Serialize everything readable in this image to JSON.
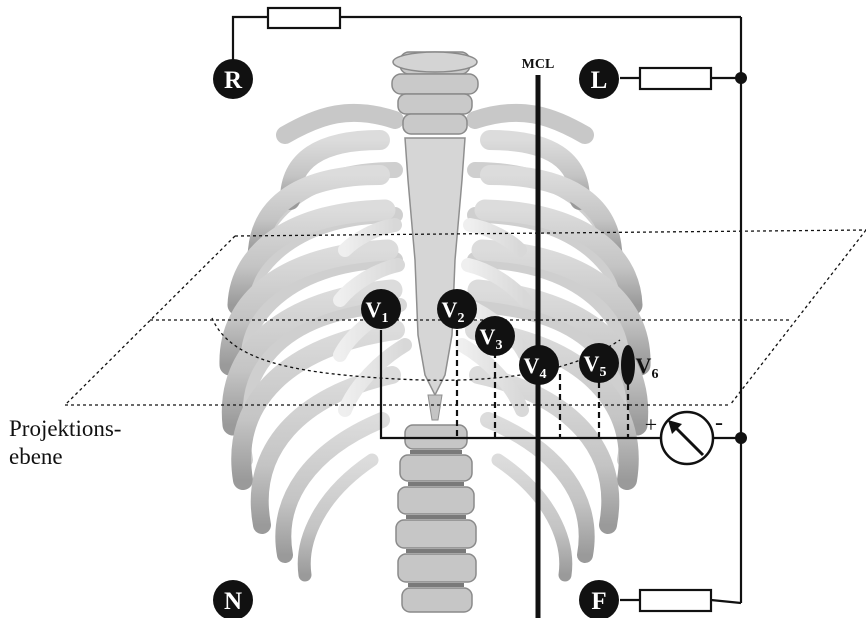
{
  "electrodes": {
    "r": "R",
    "l": "L",
    "n": "N",
    "f": "F"
  },
  "chest_leads": {
    "v1": {
      "main": "V",
      "sub": "1"
    },
    "v2": {
      "main": "V",
      "sub": "2"
    },
    "v3": {
      "main": "V",
      "sub": "3"
    },
    "v4": {
      "main": "V",
      "sub": "4"
    },
    "v5": {
      "main": "V",
      "sub": "5"
    },
    "v6": {
      "main": "V",
      "sub": "6"
    }
  },
  "mcl_label": "MCL",
  "plane_label_line1": "Projektions-",
  "plane_label_line2": "ebene",
  "meter": {
    "plus": "+",
    "minus": "-"
  },
  "colors": {
    "ink": "#111111",
    "bone": "#cfcfcf",
    "bone_dark": "#8a8a8a",
    "cartilage": "#e9e9e9"
  }
}
